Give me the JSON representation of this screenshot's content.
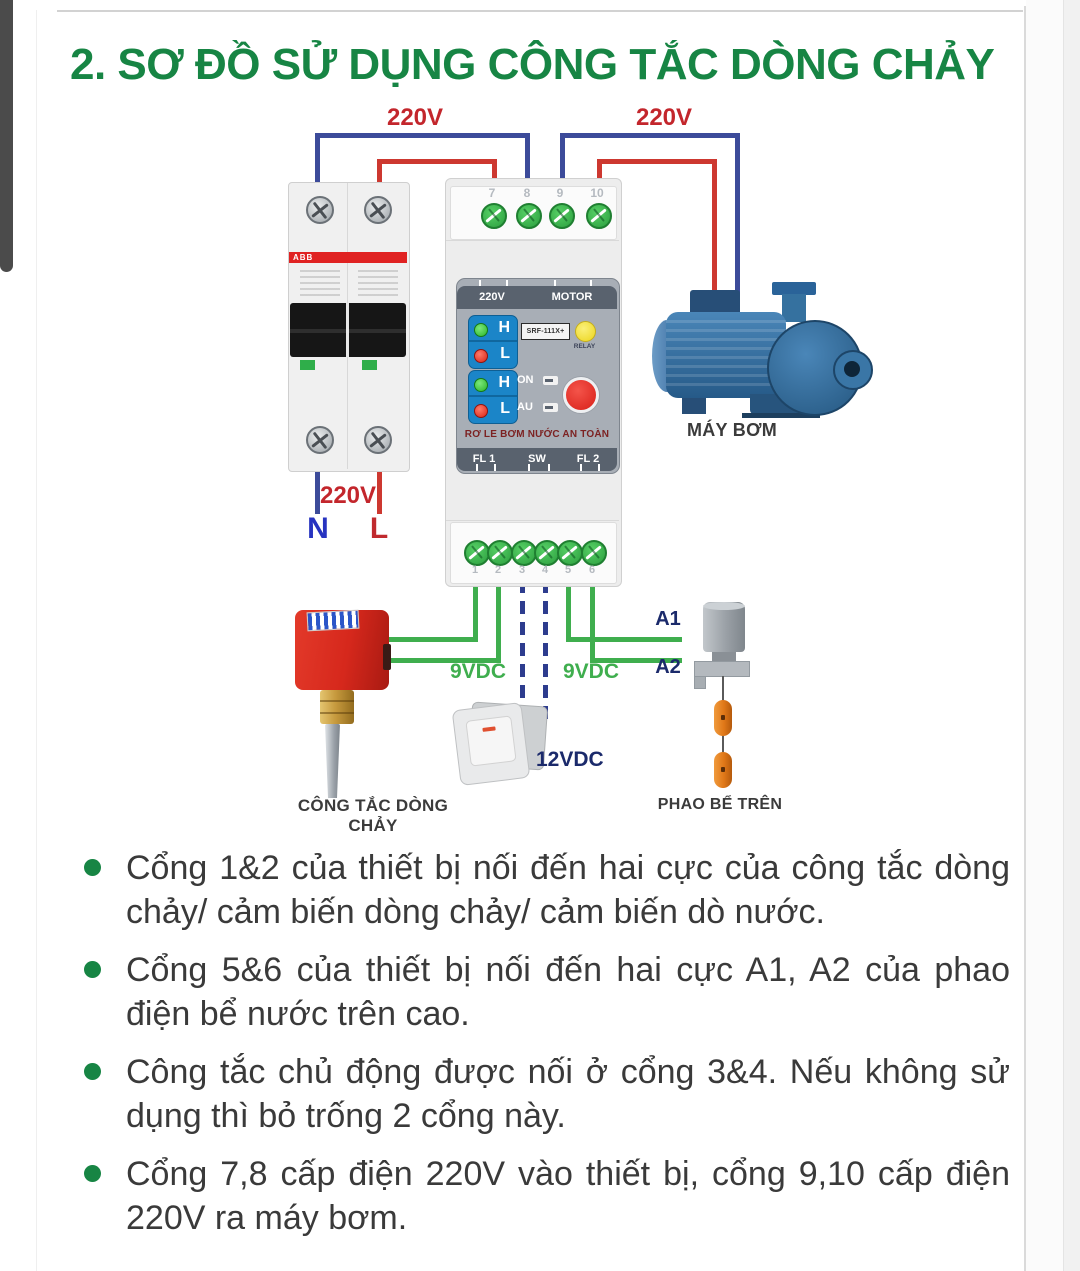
{
  "title": "2. SƠ ĐỒ SỬ DỤNG CÔNG TẮC DÒNG CHẢY",
  "labels": {
    "supply_left": "220V",
    "supply_right": "220V",
    "breaker_output": "220V",
    "neutral": "N",
    "line": "L",
    "pump": "MÁY BƠM",
    "flow_switch": "CÔNG TẮC DÒNG CHẢY",
    "float_switch": "PHAO BỂ TRÊN",
    "vdc_flow": "9VDC",
    "vdc_float": "9VDC",
    "vdc_switch": "12VDC",
    "a1": "A1",
    "a2": "A2"
  },
  "breaker": {
    "brand": "ABB"
  },
  "relay": {
    "top_terminals": [
      "7",
      "8",
      "9",
      "10"
    ],
    "bottom_terminals": [
      "1",
      "2",
      "3",
      "4",
      "5",
      "6"
    ],
    "input_label": "220V",
    "output_label": "MOTOR",
    "model": "SRF-111X+",
    "led_label": "RELAY",
    "h": "H",
    "l": "L",
    "on": "ON",
    "au": "AU",
    "name": "RƠ LE BƠM NƯỚC AN TOÀN",
    "footer": [
      "FL 1",
      "SW",
      "FL 2"
    ]
  },
  "notes": [
    "Cổng 1&2 của thiết bị nối đến hai cực của công tắc dòng chảy/ cảm biến dòng chảy/ cảm biến dò nước.",
    "Cổng 5&6 của thiết bị nối đến hai cực A1, A2 của phao điện bể nước trên cao.",
    "Công tắc chủ động được nối ở cổng 3&4. Nếu không sử dụng thì bỏ trống 2 cổng này.",
    "Cổng 7,8 cấp điện 220V vào thiết bị, cổng 9,10 cấp điện 220V ra máy bơm."
  ],
  "colors": {
    "title_green": "#178544",
    "wire_blue": "#3c4b9a",
    "wire_red": "#cd3830",
    "wire_green": "#3fae4e",
    "wire_dashed_navy": "#2d3c8e",
    "label_red": "#c3262c",
    "label_navy": "#1b2a6b",
    "bullet_green": "#178544"
  }
}
